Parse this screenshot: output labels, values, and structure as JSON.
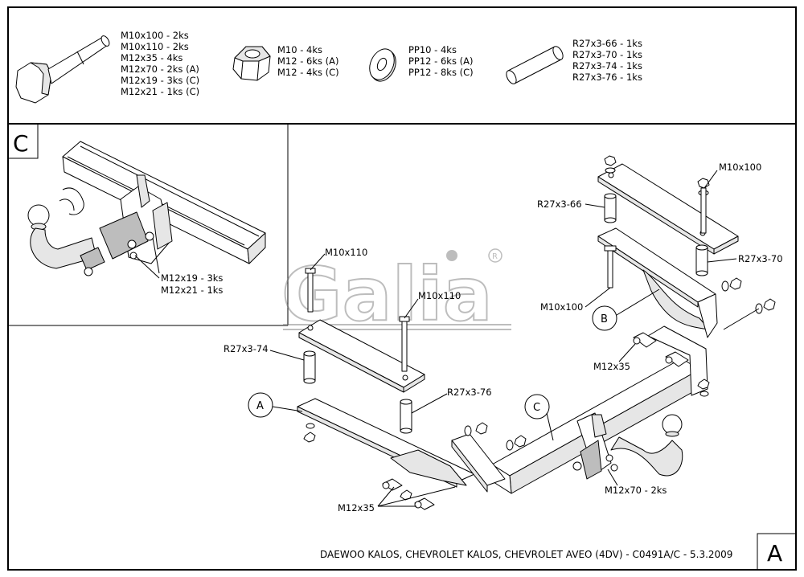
{
  "header": {
    "bolts": [
      "M10x100 - 2ks",
      "M10x110 - 2ks",
      "M12x35 - 4ks",
      "M12x70 - 2ks (A)",
      "M12x19 - 3ks (C)",
      "M12x21 - 1ks (C)"
    ],
    "nuts": [
      "M10 - 4ks",
      "M12 - 6ks (A)",
      "M12 - 4ks (C)"
    ],
    "washers": [
      "PP10 - 4ks",
      "PP12 - 6ks (A)",
      "PP12 - 8ks (C)"
    ],
    "spacers": [
      "R27x3-66 - 1ks",
      "R27x3-70 - 1ks",
      "R27x3-74 - 1ks",
      "R27x3-76 - 1ks"
    ]
  },
  "detail": {
    "letter": "C",
    "labels": [
      "M12x19 - 3ks",
      "M12x21 - 1ks"
    ]
  },
  "main": {
    "logo": "Galia",
    "labels": {
      "m10x100_top": "M10x100",
      "r27_66": "R27x3-66",
      "r27_70": "R27x3-70",
      "m10x100_left": "M10x100",
      "m10x110_a": "M10x110",
      "m10x110_b": "M10x110",
      "r27_74": "R27x3-74",
      "r27_76": "R27x3-76",
      "m12x35_right": "M12x35",
      "m12x35_bottom": "M12x35",
      "m12x70": "M12x70 - 2ks"
    },
    "callouts": [
      "A",
      "B",
      "C"
    ],
    "footer": "DAEWOO KALOS, CHEVROLET KALOS, CHEVROLET AVEO (4DV)   - C0491A/C - 5.3.2009",
    "page_letter": "A"
  }
}
